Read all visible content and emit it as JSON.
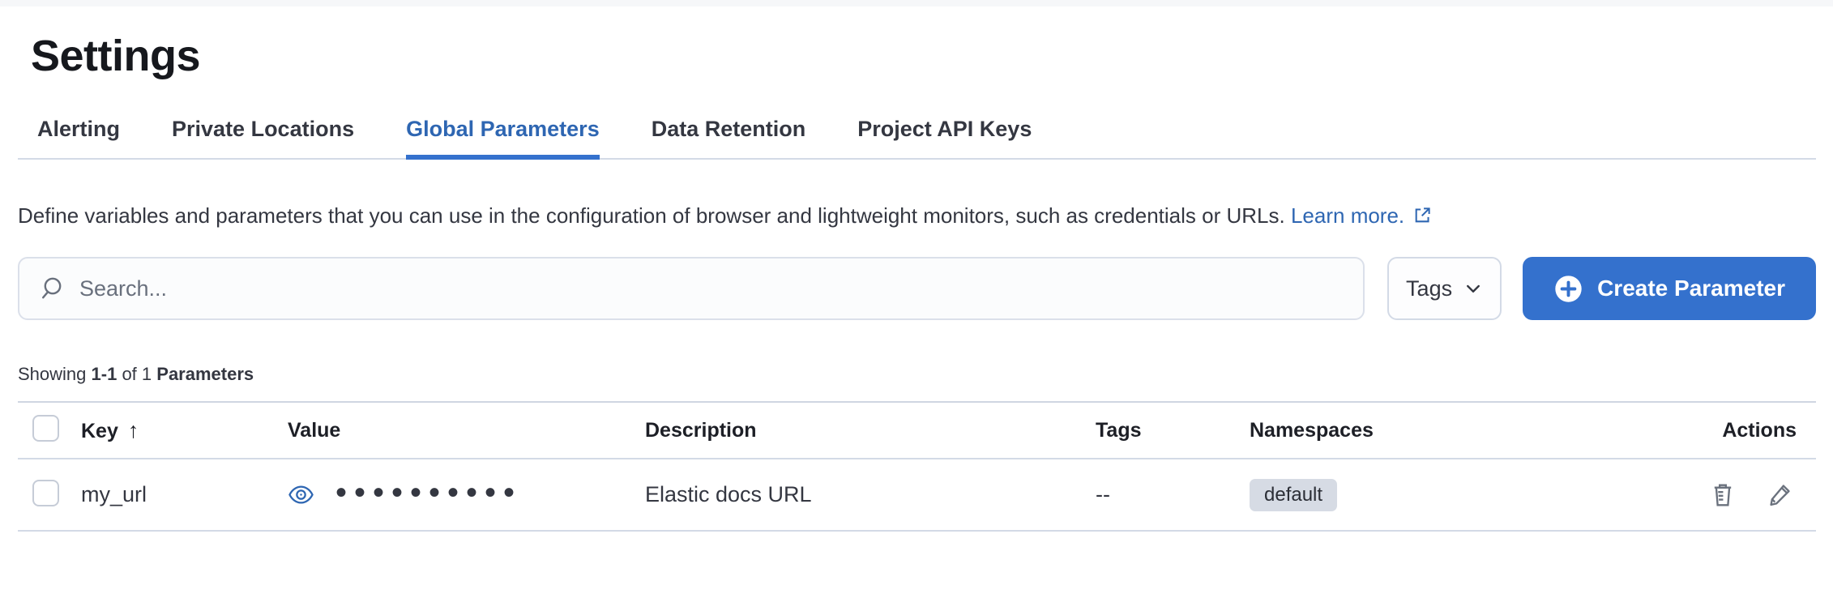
{
  "page": {
    "title": "Settings"
  },
  "tabs": [
    {
      "label": "Alerting",
      "active": false
    },
    {
      "label": "Private Locations",
      "active": false
    },
    {
      "label": "Global Parameters",
      "active": true
    },
    {
      "label": "Data Retention",
      "active": false
    },
    {
      "label": "Project API Keys",
      "active": false
    }
  ],
  "description": {
    "text": "Define variables and parameters that you can use in the configuration of browser and lightweight monitors, such as credentials or URLs.",
    "link_label": "Learn more."
  },
  "toolbar": {
    "search_placeholder": "Search...",
    "tags_label": "Tags",
    "create_label": "Create Parameter"
  },
  "summary": {
    "prefix": "Showing",
    "range": "1-1",
    "middle": "of 1",
    "entity": "Parameters"
  },
  "table": {
    "headers": [
      "Key",
      "Value",
      "Description",
      "Tags",
      "Namespaces",
      "Actions"
    ],
    "rows": [
      {
        "key": "my_url",
        "masked_value": "••••••••••",
        "description": "Elastic docs URL",
        "tags": "--",
        "namespace": "default"
      }
    ]
  },
  "icons": {
    "sort_ascending": "↑"
  },
  "colors": {
    "primary_button": "#3471cd",
    "link_blue": "#2e66b2",
    "border": "#d3dae6",
    "text": "#343741",
    "icon_gray": "#69707d",
    "badge_bg": "#d6dbe4"
  }
}
